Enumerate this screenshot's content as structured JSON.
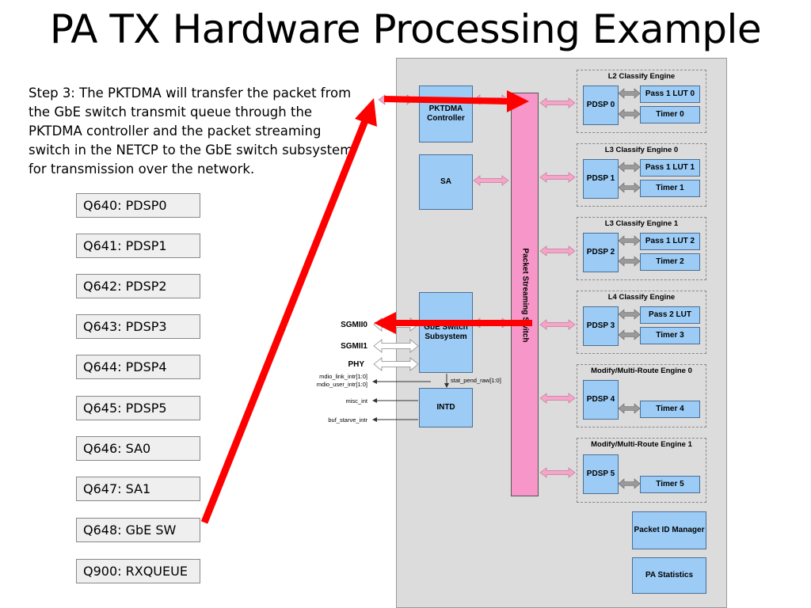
{
  "title": "PA TX Hardware Processing Example",
  "step_text": "Step 3: The PKTDMA will transfer the packet from the GbE switch transmit queue through the PKTDMA controller and the packet streaming switch in the NETCP to the GbE switch subsystem for transmission over the network.",
  "queues": [
    "Q640: PDSP0",
    "Q641: PDSP1",
    "Q642: PDSP2",
    "Q643: PDSP3",
    "Q644: PDSP4",
    "Q645: PDSP5",
    "Q646: SA0",
    "Q647: SA1",
    "Q648: GbE SW",
    "Q900: RXQUEUE"
  ],
  "blocks": {
    "pktdma": "PKTDMA Controller",
    "sa": "SA",
    "gbe": "GbE Switch Subsystem",
    "intd": "INTD",
    "pss": "Packet Streaming Switch",
    "packet_id": "Packet ID Manager",
    "pa_stats": "PA Statistics"
  },
  "engines": [
    {
      "label": "L2 Classify Engine",
      "pdsp": "PDSP 0",
      "lut": "Pass 1 LUT 0",
      "timer": "Timer 0"
    },
    {
      "label": "L3 Classify Engine 0",
      "pdsp": "PDSP 1",
      "lut": "Pass 1 LUT 1",
      "timer": "Timer 1"
    },
    {
      "label": "L3 Classify Engine 1",
      "pdsp": "PDSP 2",
      "lut": "Pass 1 LUT 2",
      "timer": "Timer 2"
    },
    {
      "label": "L4 Classify Engine",
      "pdsp": "PDSP 3",
      "lut": "Pass 2 LUT",
      "timer": "Timer 3"
    },
    {
      "label": "Modify/Multi-Route Engine 0",
      "pdsp": "PDSP 4",
      "timer": "Timer 4"
    },
    {
      "label": "Modify/Multi-Route Engine 1",
      "pdsp": "PDSP 5",
      "timer": "Timer 5"
    }
  ],
  "signals": {
    "sgmii0": "SGMII0",
    "sgmii1": "SGMII1",
    "phy": "PHY",
    "mdio_link": "mdio_link_intr[1:0]",
    "mdio_user": "mdio_user_intr[1:0]",
    "stat_pend": "stat_pend_raw[1:0]",
    "misc_int": "misc_int",
    "buf_starve": "buf_starve_intr"
  },
  "colors": {
    "block_fill": "#9cccf6",
    "switch_fill": "#f796c8",
    "panel_bg": "#dcdcdc",
    "highlight_arrow": "#ff0000",
    "pink_arrow": "#f4a6c8",
    "gray_arrow": "#999999"
  }
}
